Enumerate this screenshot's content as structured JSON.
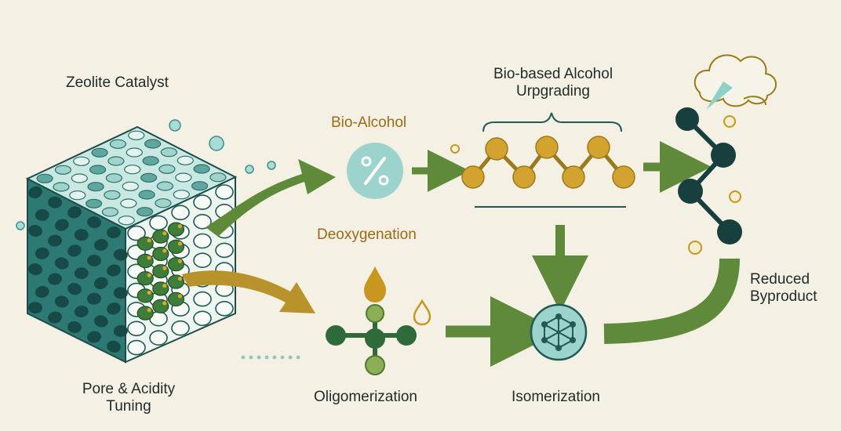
{
  "labels": {
    "zeolite_catalyst": "Zeolite Catalyst",
    "pore_acidity_line1": "Pore & Acidity",
    "pore_acidity_line2": "Tuning",
    "bio_alcohol": "Bio-Alcohol",
    "upgrading_line1": "Bio-based Alcohol",
    "upgrading_line2": "Urpgrading",
    "deoxygenation": "Deoxygenation",
    "oligomerization": "Oligomerization",
    "isomerization": "Isomerization",
    "byproduct_line1": "Reduced",
    "byproduct_line2": "Byproduct"
  },
  "colors": {
    "background": "#f4f1e4",
    "teal_dark": "#1f5a57",
    "teal_mid": "#3e8f8a",
    "teal_light": "#9cd3cc",
    "teal_pale": "#d8efe9",
    "olive_green": "#5e8a3a",
    "moss_green": "#2f6b3a",
    "light_green": "#8cae57",
    "gold": "#c9961f",
    "gold_text": "#9a6a14",
    "ink": "#1f2a2a"
  },
  "icons": {
    "alcohol": "percent-symbol-icon",
    "isomerization": "molecular-network-icon",
    "oil_drop": "droplet-icon",
    "byproduct": "cloud-icon"
  }
}
